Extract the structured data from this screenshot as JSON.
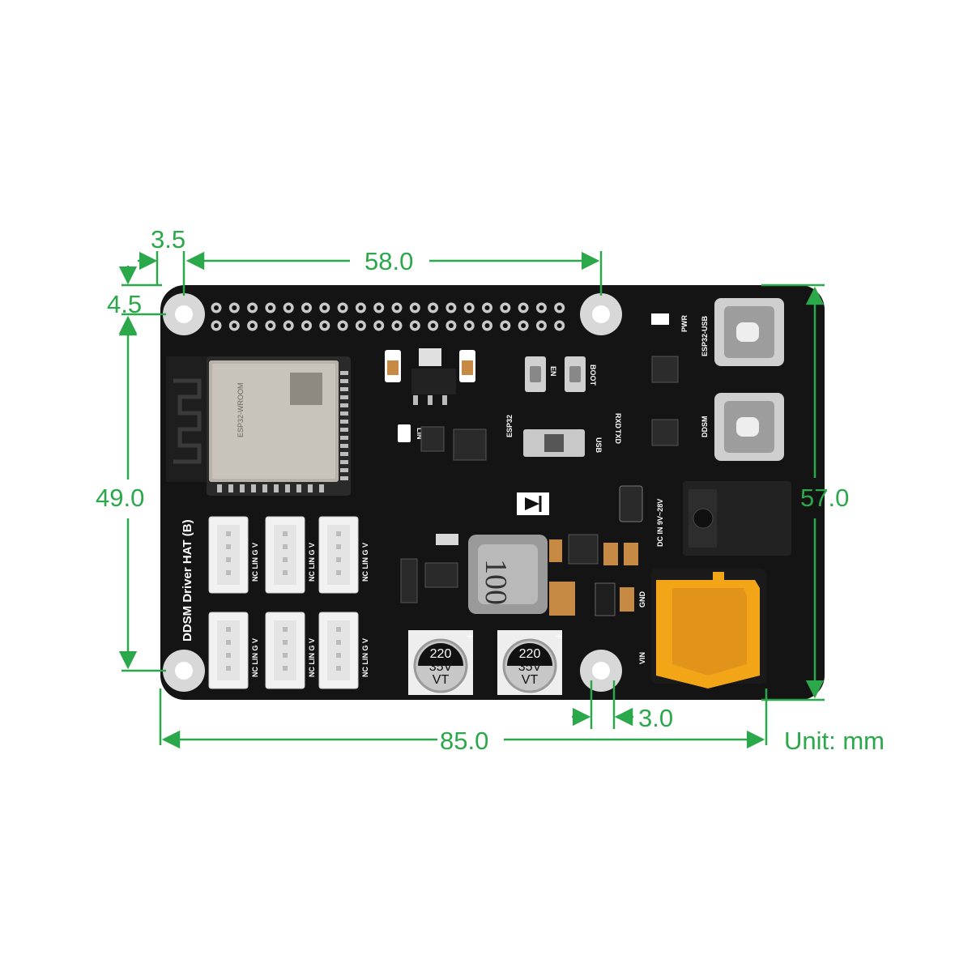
{
  "colors": {
    "dimension": "#2aa84a",
    "board": "#141414",
    "silkscreen": "#ffffff",
    "connector_yellow": "#f2a516"
  },
  "dimensions": {
    "top_width": "58.0",
    "left_offset": "3.5",
    "top_offset": "4.5",
    "left_height": "49.0",
    "right_height": "57.0",
    "hole_offset": "3.0",
    "overall_width": "85.0",
    "unit": "Unit: mm"
  },
  "silkscreen": {
    "board_name": "DDSM Driver HAT (B)",
    "pwr": "PWR",
    "esp32_usb": "ESP32-USB",
    "ddsm": "DDSM",
    "en": "EN",
    "boot": "BOOT",
    "rxd": "RXD",
    "txd": "TXD",
    "lin": "LIN",
    "esp32": "ESP32",
    "usb": "USB",
    "dc_in": "DC IN 9V~28V",
    "gnd": "GND",
    "vin": "VIN",
    "inductor": "100",
    "connector_pins": "NC LIN G V",
    "cap_value": "220",
    "cap_voltage": "35V",
    "cap_series": "VT",
    "plus": "+"
  },
  "icons": {
    "antenna": "wifi-antenna-icon",
    "diode": "diode-symbol-icon"
  }
}
